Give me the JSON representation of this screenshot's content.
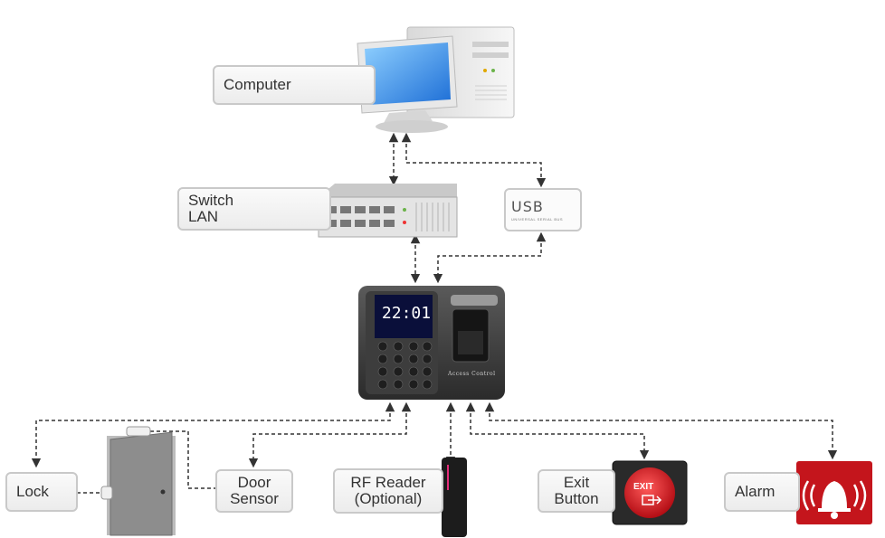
{
  "labels": {
    "computer": "Computer",
    "switch": [
      "Switch",
      "LAN"
    ],
    "lock": "Lock",
    "door_sensor": [
      "Door",
      "Sensor"
    ],
    "rf_reader": [
      "RF Reader",
      "(Optional)"
    ],
    "exit_button": [
      "Exit",
      "Button"
    ],
    "alarm": "Alarm"
  },
  "usb": {
    "text": "USB",
    "subtext": "UNIVERSAL SERIAL BUS"
  },
  "device": {
    "clock": "22:01",
    "caption": "Access Control"
  },
  "exit_button_face": "EXIT",
  "colors": {
    "label_border": "#c9c9c9",
    "line": "#333333",
    "exit_red": "#d8161e",
    "alarm_red": "#c4151c"
  }
}
